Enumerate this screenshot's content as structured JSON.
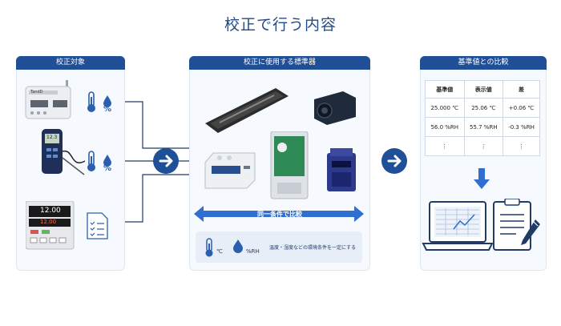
{
  "title": "校正で行う内容",
  "panels": {
    "targets": {
      "label": "校正対象"
    },
    "standards": {
      "label": "校正に使用する標準器"
    },
    "comparison": {
      "label": "基準値との比較"
    }
  },
  "units": {
    "celsius": "℃",
    "percent": "%",
    "rh": "%RH"
  },
  "devices": {
    "logger_brand": "TandD",
    "meter_display": "12.3",
    "panel_top": "12.00",
    "panel_bottom": "12.00"
  },
  "bar_label": "同一条件で比較",
  "env_note": "温度・湿度などの環境条件を一定にする",
  "table": {
    "headers": [
      "基準値",
      "表示値",
      "差"
    ],
    "rows": [
      [
        "25.000 ℃",
        "25.06 ℃",
        "+0.06 ℃"
      ],
      [
        "56.0 %RH",
        "55.7 %RH",
        "-0.3 %RH"
      ],
      [
        "⋮",
        "⋮",
        "⋮"
      ]
    ]
  },
  "icons": [
    "thermometer-icon",
    "droplet-icon",
    "checklist-icon",
    "arrow-right-icon",
    "arrow-down-icon",
    "laptop-icon",
    "clipboard-icon",
    "pen-icon"
  ],
  "colors": {
    "navy": "#1f4f96",
    "accent": "#2f6fd0",
    "panel_bg": "#f6f9fd"
  }
}
